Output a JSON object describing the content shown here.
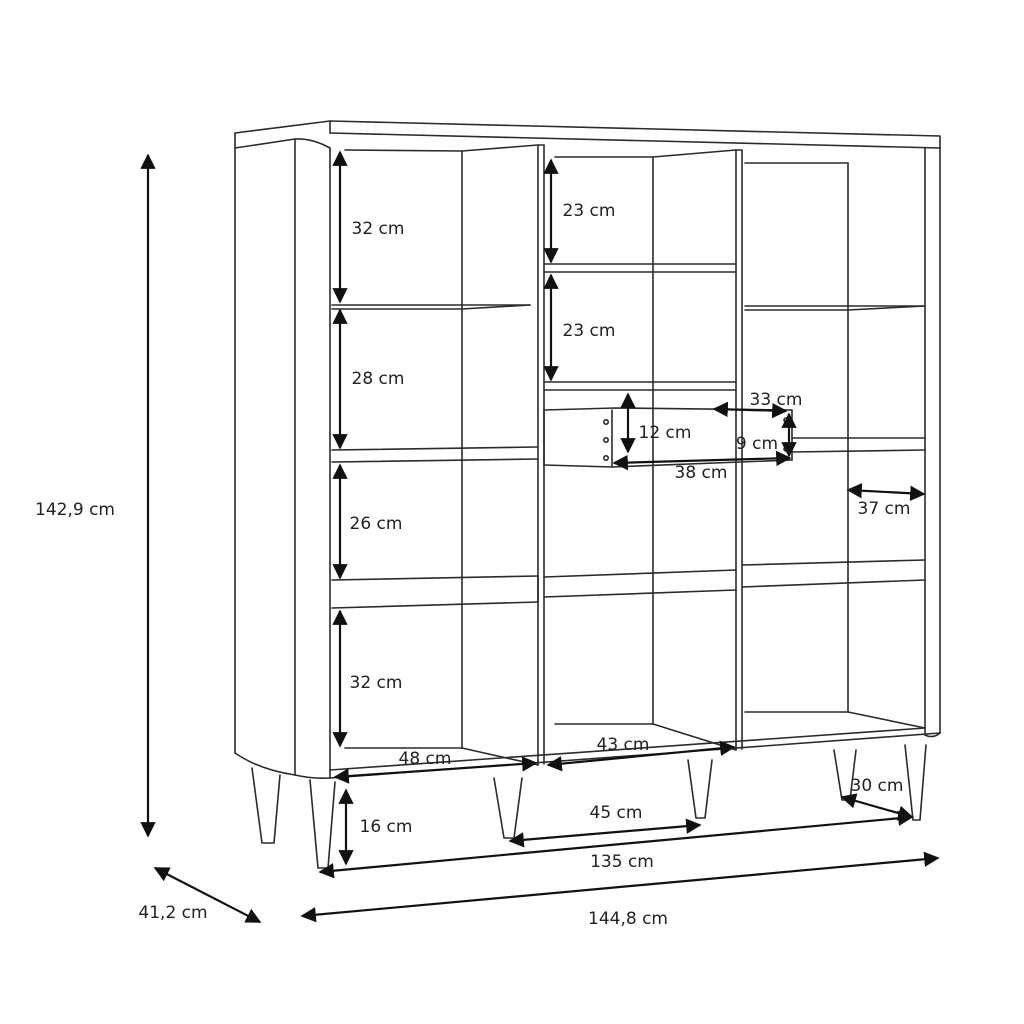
{
  "colors": {
    "line": "#2b2b2b",
    "arrow": "#111111",
    "text": "#222222"
  },
  "labels": {
    "overall_height": "142,9 cm",
    "depth": "41,2 cm",
    "overall_width": "144,8 cm",
    "body_width": "135 cm",
    "leg_height": "16 cm",
    "leg_span_center": "45 cm",
    "leg_offset_right": "30 cm",
    "left_shelf_1": "32 cm",
    "left_shelf_2": "28 cm",
    "left_shelf_3": "26 cm",
    "left_shelf_4": "32 cm",
    "left_depth": "48 cm",
    "center_shelf_1": "23 cm",
    "center_shelf_2": "23 cm",
    "center_depth": "43 cm",
    "drawer_height": "12 cm",
    "drawer_inner_width": "33 cm",
    "drawer_inner_height": "9 cm",
    "drawer_width": "38 cm",
    "right_shelf_depth": "37 cm"
  }
}
